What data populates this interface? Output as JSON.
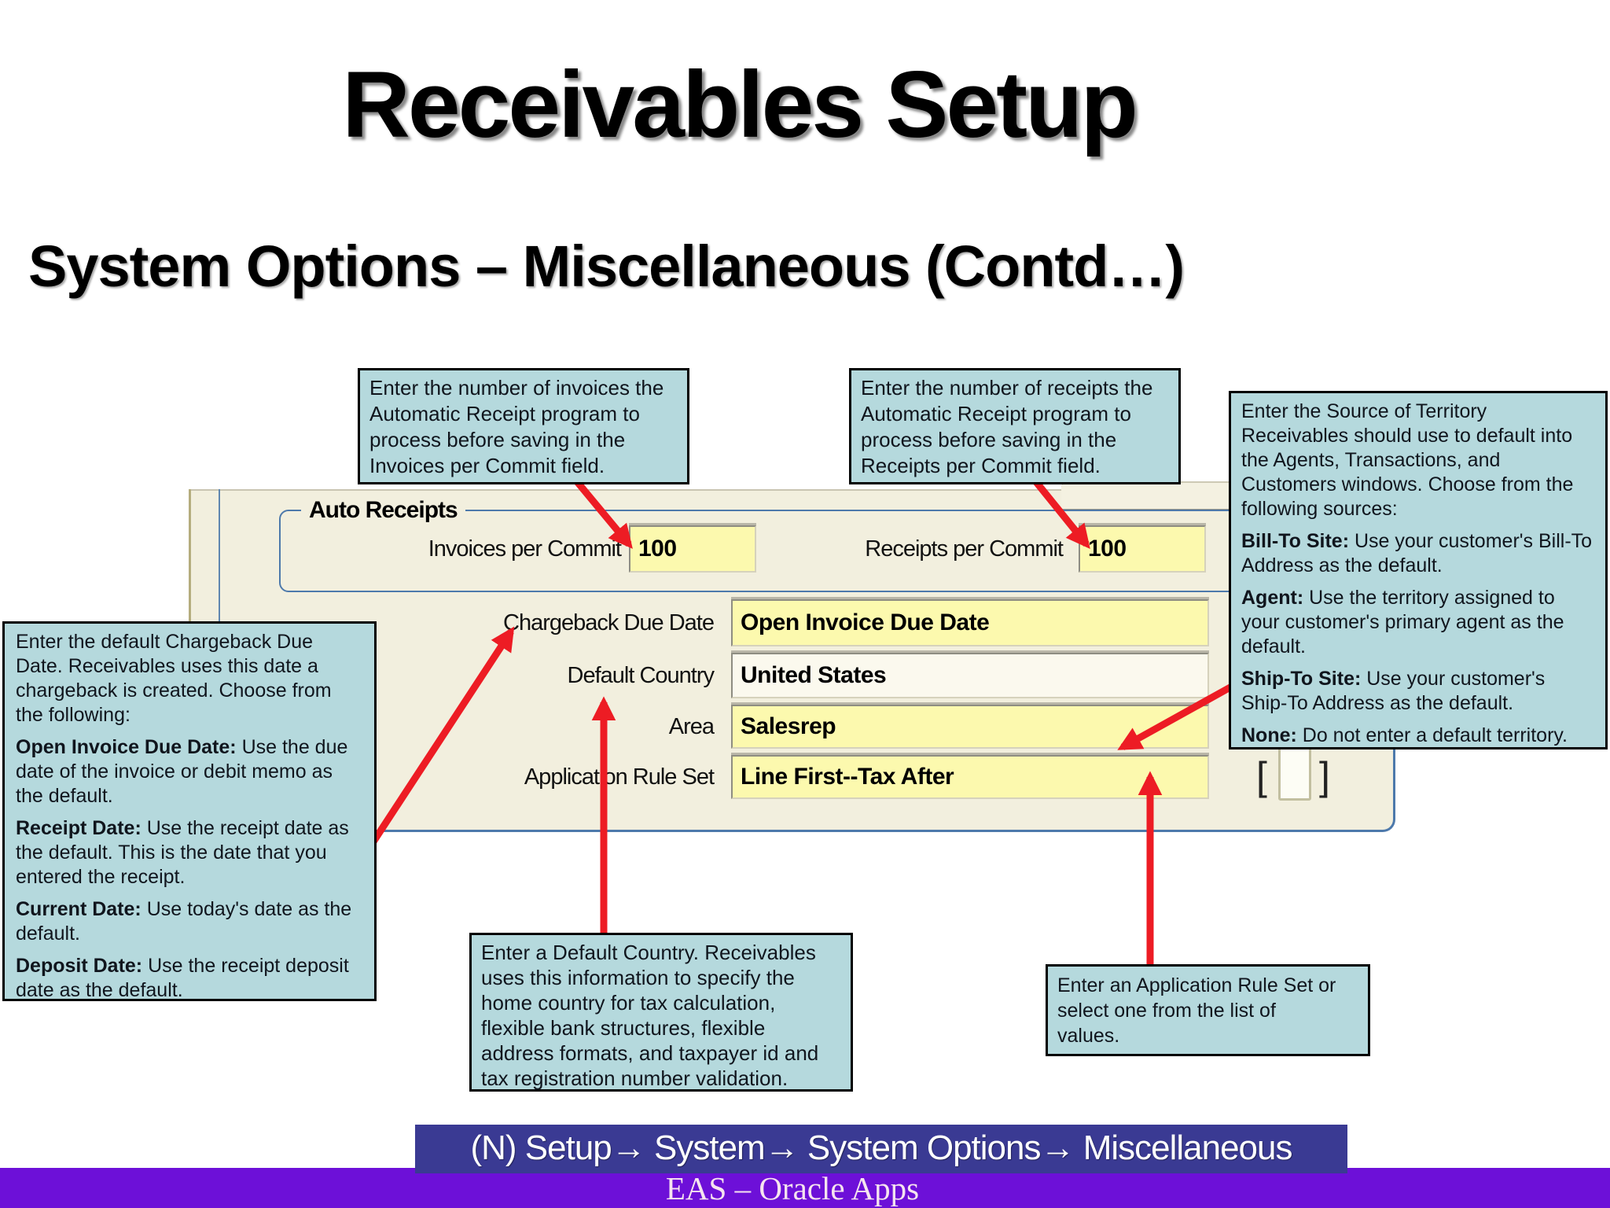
{
  "slide": {
    "title": "Receivables Setup",
    "subtitle": "System Options – Miscellaneous (Contd…)"
  },
  "callouts": {
    "invoices_commit": {
      "text": "Enter the number of invoices the\nAutomatic Receipt program to\nprocess before saving in the\nInvoices per Commit field."
    },
    "receipts_commit": {
      "text": "Enter the number of receipts the\nAutomatic Receipt program to\nprocess before saving in the\nReceipts per Commit field."
    },
    "territory": {
      "intro": "Enter the Source of Territory\nReceivables should use to default into\nthe Agents, Transactions, and\nCustomers windows. Choose from the\nfollowing sources:",
      "items": [
        {
          "term": "Bill-To Site:",
          "desc": " Use your customer's Bill-To Address as the default."
        },
        {
          "term": "Agent:",
          "desc": " Use the territory assigned to your customer's primary agent as the default."
        },
        {
          "term": "Ship-To Site:",
          "desc": " Use your customer's Ship-To Address as the default."
        },
        {
          "term": "None:",
          "desc": " Do not enter a default territory."
        }
      ]
    },
    "chargeback": {
      "intro": "Enter the default Chargeback Due\nDate. Receivables uses this date a\nchargeback is created. Choose from\nthe following:",
      "items": [
        {
          "term": "Open Invoice Due Date:",
          "desc": " Use the due date of the invoice or debit memo as the default."
        },
        {
          "term": "Receipt Date:",
          "desc": " Use the receipt date as the default. This is the date that you entered the receipt."
        },
        {
          "term": "Current Date:",
          "desc": " Use today's date as the default."
        },
        {
          "term": "Deposit Date:",
          "desc": " Use the receipt deposit date as the default."
        }
      ]
    },
    "default_country": {
      "text": "Enter a Default Country. Receivables\nuses this information to specify the\nhome country for tax calculation,\nflexible bank structures, flexible\naddress formats, and taxpayer id and\ntax registration number validation."
    },
    "application_rule_set": {
      "text": "Enter an Application Rule Set or\nselect one from the list of\nvalues."
    }
  },
  "form": {
    "group_label": "Auto Receipts",
    "fields": {
      "invoices_per_commit": {
        "label": "Invoices per Commit",
        "value": "100"
      },
      "receipts_per_commit": {
        "label": "Receipts per Commit",
        "value": "100"
      },
      "chargeback_due_date": {
        "label": "Chargeback Due Date",
        "value": "Open Invoice Due Date"
      },
      "default_country": {
        "label": "Default Country",
        "value": "United States"
      },
      "area": {
        "label": "Area",
        "value": "Salesrep"
      },
      "application_rule_set": {
        "label": "Application Rule Set",
        "value": "Line First--Tax After"
      }
    },
    "flexfield": {
      "open": "[",
      "close": "]"
    }
  },
  "footer": {
    "nav_path": "(N) Setup→ System→ System Options→ Miscellaneous",
    "brand": "EAS – Oracle Apps"
  },
  "colors": {
    "callout_bg": "#b5d9dd",
    "callout_border": "#000000",
    "form_bg": "#f2efde",
    "field_yellow": "#fcf9ae",
    "field_white": "#fbf9ee",
    "fieldset_border": "#4d79ab",
    "arrow_red": "#ed1c24",
    "nav_bg": "#3a3a93",
    "footer_bg": "#6d10d8"
  }
}
